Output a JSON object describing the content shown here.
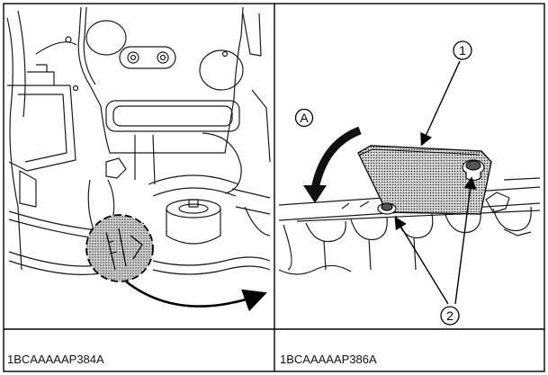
{
  "figures": [
    {
      "code": "1BCAAAAAP384A"
    },
    {
      "code": "1BCAAAAAP386A"
    }
  ],
  "callouts": {
    "cover": "1",
    "bolts": "2",
    "direction": "A"
  },
  "colors": {
    "line": "#1a1a1a",
    "frame": "#000000",
    "shade": "#9a9a9a",
    "background": "#ffffff"
  }
}
